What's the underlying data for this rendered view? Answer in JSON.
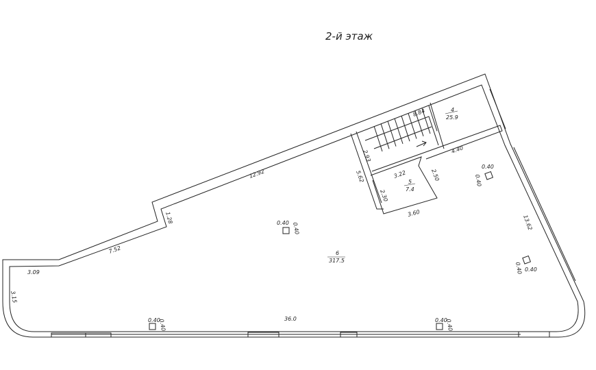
{
  "title": "2-й этаж",
  "rooms": [
    {
      "number": "4",
      "area": "25.9"
    },
    {
      "number": "5",
      "area": "7.4"
    },
    {
      "number": "6",
      "area": "317.5"
    }
  ],
  "dimensions": {
    "top_wall": "12.92",
    "stair_width": "8.84",
    "stair_side": "2.93",
    "stair_left": "5.62",
    "corridor": "4.40",
    "room5_top": "3.22",
    "room5_right": "2.50",
    "room5_left": "2.30",
    "room5_bottom": "3.60",
    "right_wall": "13.62",
    "notch": "1.28",
    "slant": "7.52",
    "left_top": "3.09",
    "left_side": "3.15",
    "bottom": "36.0"
  },
  "columns": [
    {
      "w": "0.40",
      "h": "0.40"
    },
    {
      "w": "0.40",
      "h": "0.40"
    },
    {
      "w": "0.40",
      "h": "0.40"
    },
    {
      "w": "0.40",
      "h": "0.40"
    },
    {
      "w": "0.40",
      "h": "0.40"
    }
  ]
}
